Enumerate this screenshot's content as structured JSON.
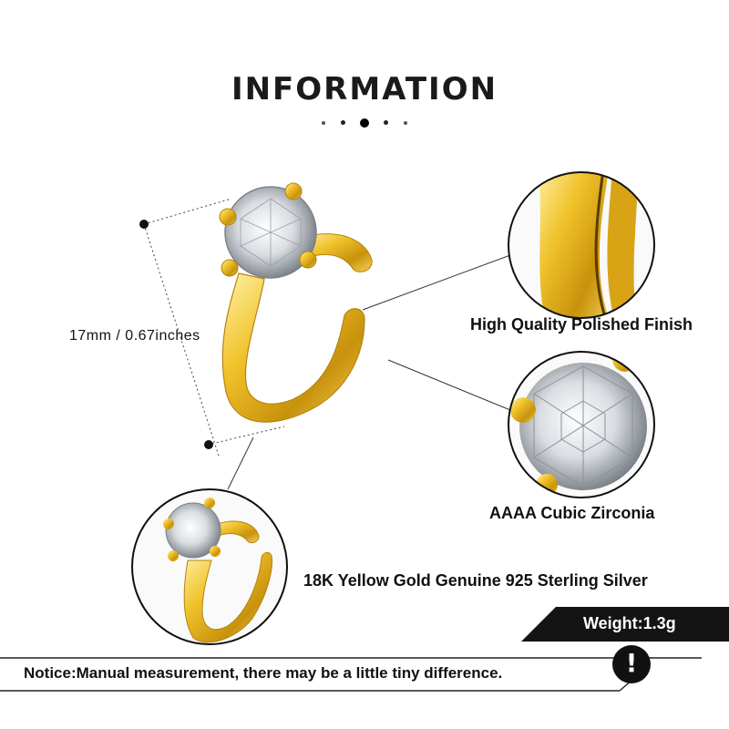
{
  "heading": "INFORMATION",
  "dimension_label": "17mm / 0.67inches",
  "features": {
    "finish": "High Quality Polished Finish",
    "stone": "AAAA Cubic Zirconia",
    "material": "18K Yellow Gold Genuine 925 Sterling Silver"
  },
  "weight": "Weight:1.3g",
  "notice": "Notice:Manual measurement, there may be a little tiny difference.",
  "notice_icon_glyph": "!",
  "colors": {
    "gold": "#e8b81c",
    "dark": "#111111",
    "accent_bg": "#ffffff"
  },
  "icons": [
    "exclamation-icon",
    "pagination-dots"
  ]
}
